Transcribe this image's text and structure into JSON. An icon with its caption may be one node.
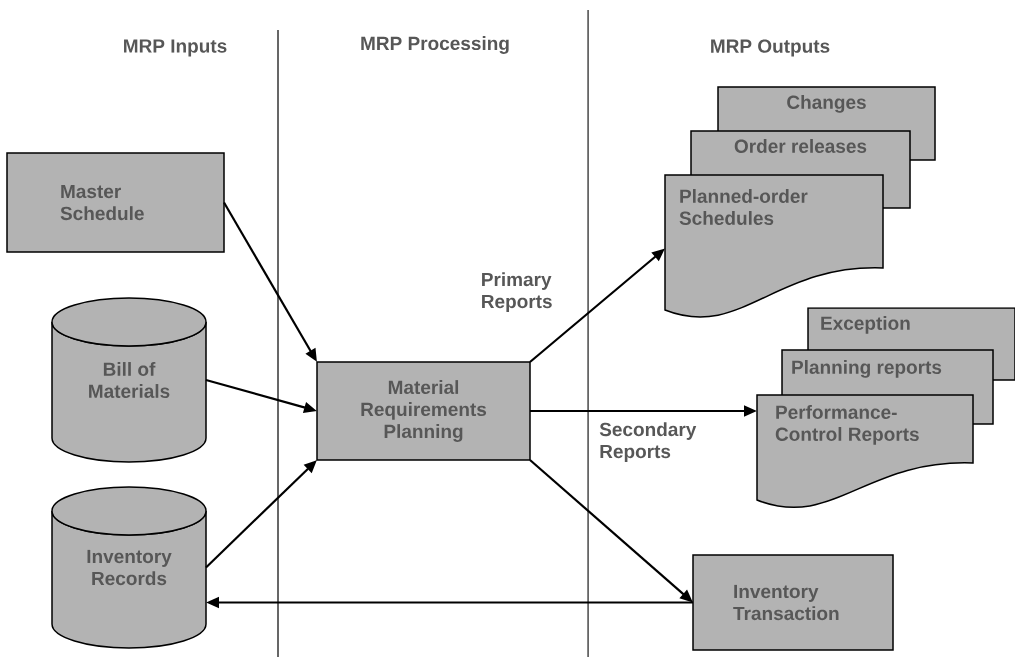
{
  "diagram": {
    "nodes": [
      {
        "text": [
          "Master Schedule"
        ]
      },
      {
        "text": [
          "Bill of Materials"
        ]
      },
      {
        "text": [
          "Inventory Records"
        ]
      },
      {
        "text": [
          "Material Requirements Planning"
        ]
      },
      {
        "text": [
          "Changes"
        ]
      },
      {
        "text": [
          "Order releases"
        ]
      },
      {
        "text": [
          "Planned-order Schedules"
        ]
      },
      {
        "text": [
          "Exception"
        ]
      },
      {
        "text": [
          "Planning reports"
        ]
      },
      {
        "text": [
          "Performance-Control Reports"
        ]
      },
      {
        "text": [
          "Inventory Transaction"
        ]
      }
    ],
    "edges": [
      {
        "from": 0,
        "to": 3,
        "arrow": "to"
      },
      {
        "from": 1,
        "to": 3,
        "arrow": "to"
      },
      {
        "from": 2,
        "to": 3,
        "arrow": "to"
      },
      {
        "from": 3,
        "to": 6,
        "arrow": "to",
        "label": "Primary Reports"
      },
      {
        "from": 3,
        "to": 9,
        "arrow": "to",
        "label": "Secondary Reports"
      },
      {
        "from": 3,
        "to": 10,
        "arrow": "to"
      },
      {
        "from": 10,
        "to": 2,
        "arrow": "to"
      }
    ],
    "labels": [
      "MRP Inputs",
      "MRP Processing",
      "MRP Outputs"
    ]
  }
}
